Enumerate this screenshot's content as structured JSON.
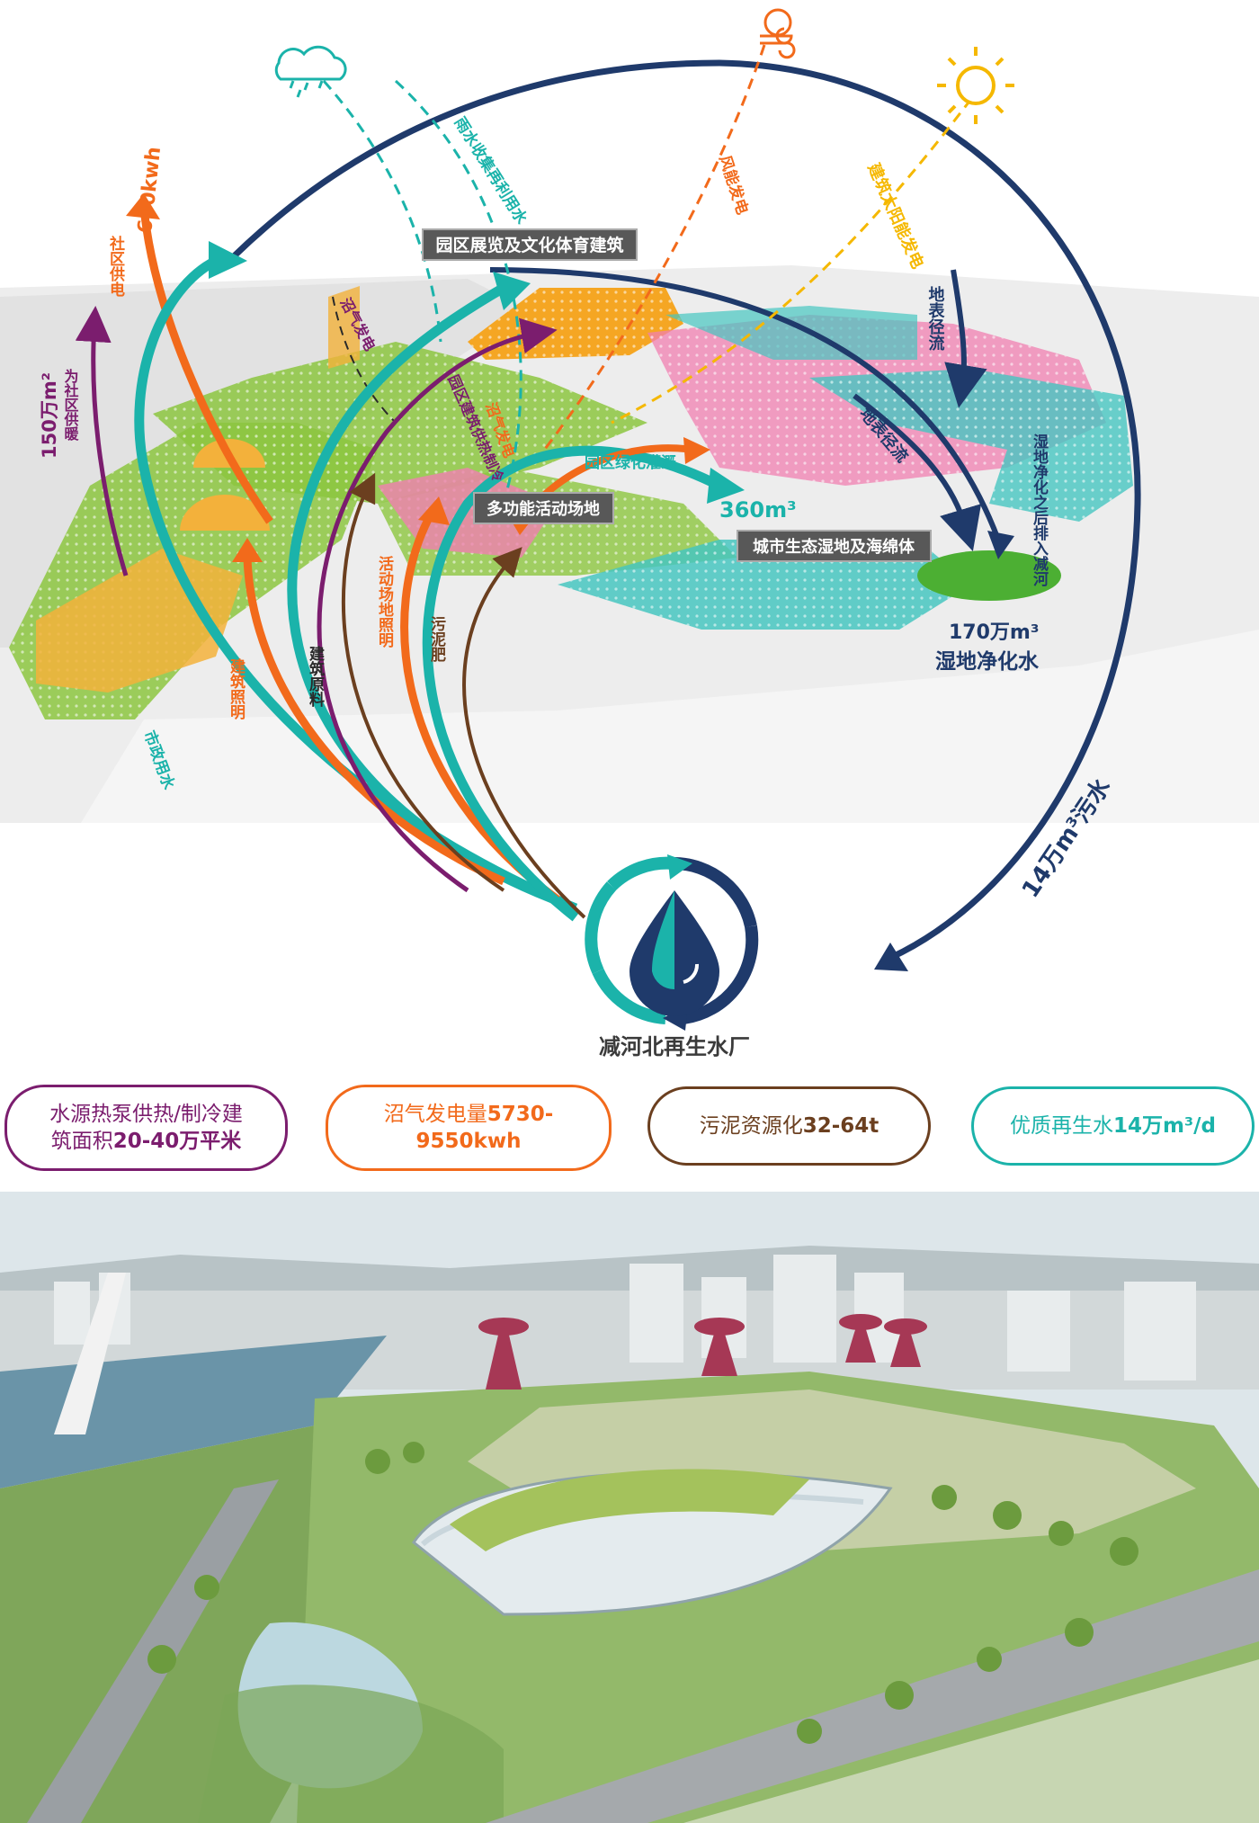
{
  "colors": {
    "navy": "#1f3a6b",
    "teal": "#1bb3aa",
    "orange": "#f26a1b",
    "yellow": "#f5b800",
    "purple": "#7b1d6e",
    "brown": "#6b3f1f",
    "pink": "#f07fb0",
    "green": "#8cc63f"
  },
  "icons": [
    "rain-cloud-icon",
    "wind-icon",
    "sun-icon",
    "water-cycle-logo"
  ],
  "labels": {
    "rain": "雨水收集再利用水",
    "wind": "风能发电",
    "solar": "建筑太阳能发电",
    "building_top": "园区展览及文化体育建筑",
    "runoff1": "地表径流",
    "runoff2": "地表径流",
    "wetland_discharge": "湿地净化之后排入减河",
    "community_power": "社区供电",
    "power_value": "600kwh",
    "heating_value": "150万m²",
    "heating_label": "为社区供暖",
    "power_gen": "沼气发电",
    "bldg_heating": "园区建筑供热制冷",
    "gas_power": "沼气发电",
    "green_irrigation": "园区绿化灌溉",
    "irrigation_value": "360m³",
    "multi_venue": "多功能活动场地",
    "wetland_box": "城市生态湿地及海绵体",
    "wetland_value": "170万m³",
    "wetland_water": "湿地净化水",
    "activity_lighting": "活动场地照明",
    "sludge_fertilizer": "污泥肥",
    "building_material": "建筑原料",
    "building_lighting": "建筑照明",
    "municipal_water": "市政用水",
    "sewage": "14万m³污水",
    "plant_name": "减河北再生水厂"
  },
  "pills": {
    "p1_line1": "水源热泵供热/制冷建",
    "p1_line2a": "筑面积",
    "p1_line2b": "20-40万平米",
    "p2_line1a": "沼气发电量",
    "p2_line1b": "5730-",
    "p2_line2": "9550kwh",
    "p3a": "污泥资源化",
    "p3b": "32-64t",
    "p4a": "优质再生水",
    "p4b": "14万m³/d"
  }
}
